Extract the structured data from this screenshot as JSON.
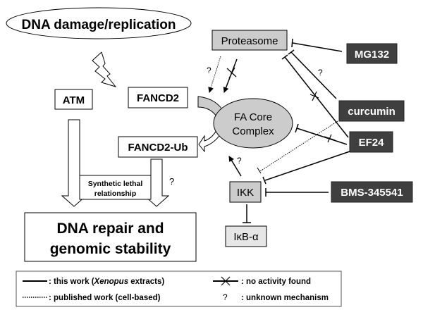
{
  "nodes": {
    "dna_damage": "DNA damage/replication",
    "atm": "ATM",
    "fancd2": "FANCD2",
    "fancd2_ub": "FANCD2-Ub",
    "fa_core_line1": "FA Core",
    "fa_core_line2": "Complex",
    "proteasome": "Proteasome",
    "ikk": "IKK",
    "ikb": "IκB-α",
    "dna_repair_line1": "DNA repair and",
    "dna_repair_line2": "genomic stability",
    "synthetic_line1": "Synthetic lethal",
    "synthetic_line2": "relationship"
  },
  "inhibitors": {
    "mg132": "MG132",
    "curcumin": "curcumin",
    "ef24": "EF24",
    "bms": "BMS-345541"
  },
  "marks": {
    "unknown": "?"
  },
  "legend": {
    "solid_label_pre": ": this work (",
    "solid_label_italic": "Xenopus",
    "solid_label_post": " extracts)",
    "dotted_label": ": published work (cell-based)",
    "cross_label": ": no activity found",
    "question_symbol": "?",
    "question_label": ": unknown mechanism"
  },
  "colors": {
    "inhibitor_fill": "#3f3f3f",
    "protein_fill": "#cccccc",
    "ikb_fill": "#e6e6e6"
  }
}
